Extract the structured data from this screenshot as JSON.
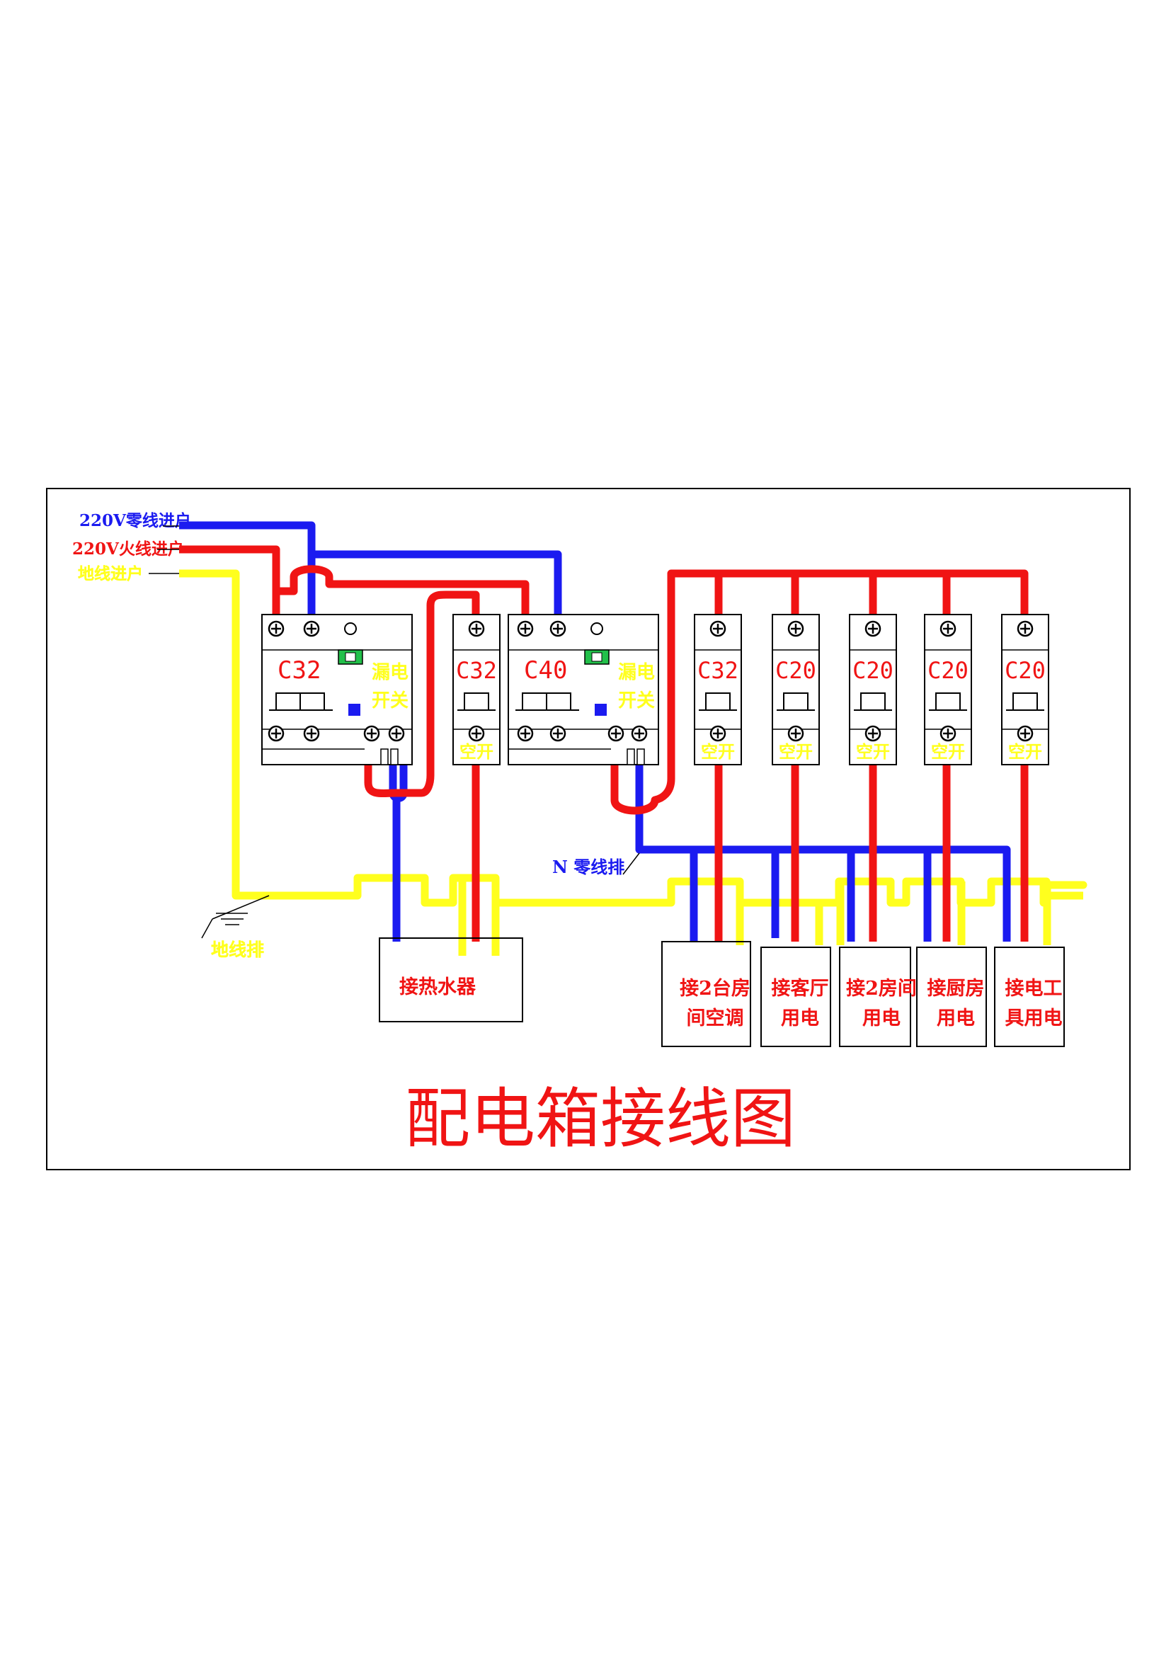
{
  "colors": {
    "neutral": "#1b1bf0",
    "live": "#f01414",
    "earth": "#ffff1e",
    "outline": "#000000",
    "tester": "#22c04a"
  },
  "inputs": {
    "neutral_in": "220V零线进户",
    "live_in": "220V火线进户",
    "earth_in": "地线进户"
  },
  "breakers": [
    {
      "rating": "C32",
      "kind_line1": "漏电",
      "kind_line2": "开关"
    },
    {
      "rating": "C32",
      "kind": "空开"
    },
    {
      "rating": "C40",
      "kind_line1": "漏电",
      "kind_line2": "开关"
    },
    {
      "rating": "C32",
      "kind": "空开"
    },
    {
      "rating": "C20",
      "kind": "空开"
    },
    {
      "rating": "C20",
      "kind": "空开"
    },
    {
      "rating": "C20",
      "kind": "空开"
    },
    {
      "rating": "C20",
      "kind": "空开"
    }
  ],
  "bars": {
    "neutral_bar": "N 零线排",
    "earth_bar": "地线排"
  },
  "loads": [
    {
      "line1": "接热水器"
    },
    {
      "line1": "接2台房",
      "line2": "间空调"
    },
    {
      "line1": "接客厅",
      "line2": "用电"
    },
    {
      "line1": "接2房间",
      "line2": "用电"
    },
    {
      "line1": "接厨房",
      "line2": "用电"
    },
    {
      "line1": "接电工",
      "line2": "具用电"
    }
  ],
  "title": "配电箱接线图"
}
